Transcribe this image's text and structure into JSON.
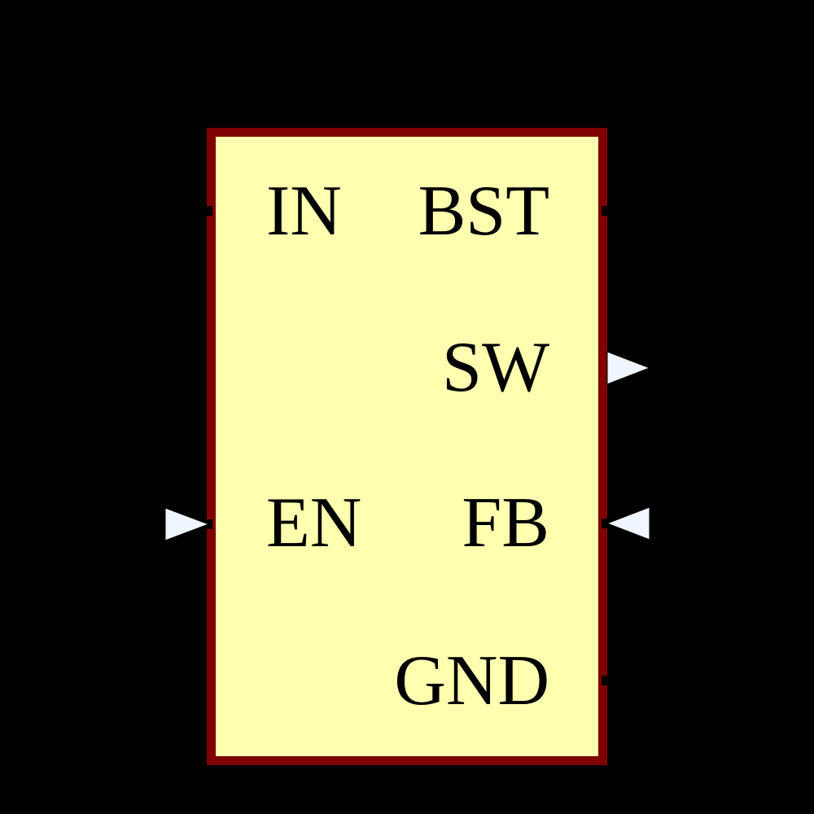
{
  "canvas": {
    "background_color": "#000000"
  },
  "symbol": {
    "body": {
      "fill_color": "#FFFFB0",
      "border_color": "#800000"
    },
    "arrow_marker": {
      "fill_color": "#F0F6FF",
      "outline_color": "#000000"
    },
    "pins": [
      {
        "label": "IN",
        "side": "left",
        "row": "top",
        "marker": "none"
      },
      {
        "label": "BST",
        "side": "right",
        "row": "top",
        "marker": "none"
      },
      {
        "label": "SW",
        "side": "right",
        "row": "upper-middle",
        "marker": "arrow-out"
      },
      {
        "label": "EN",
        "side": "left",
        "row": "middle",
        "marker": "arrow-in"
      },
      {
        "label": "FB",
        "side": "right",
        "row": "middle",
        "marker": "arrow-in"
      },
      {
        "label": "GND",
        "side": "right",
        "row": "bottom",
        "marker": "none"
      }
    ]
  }
}
